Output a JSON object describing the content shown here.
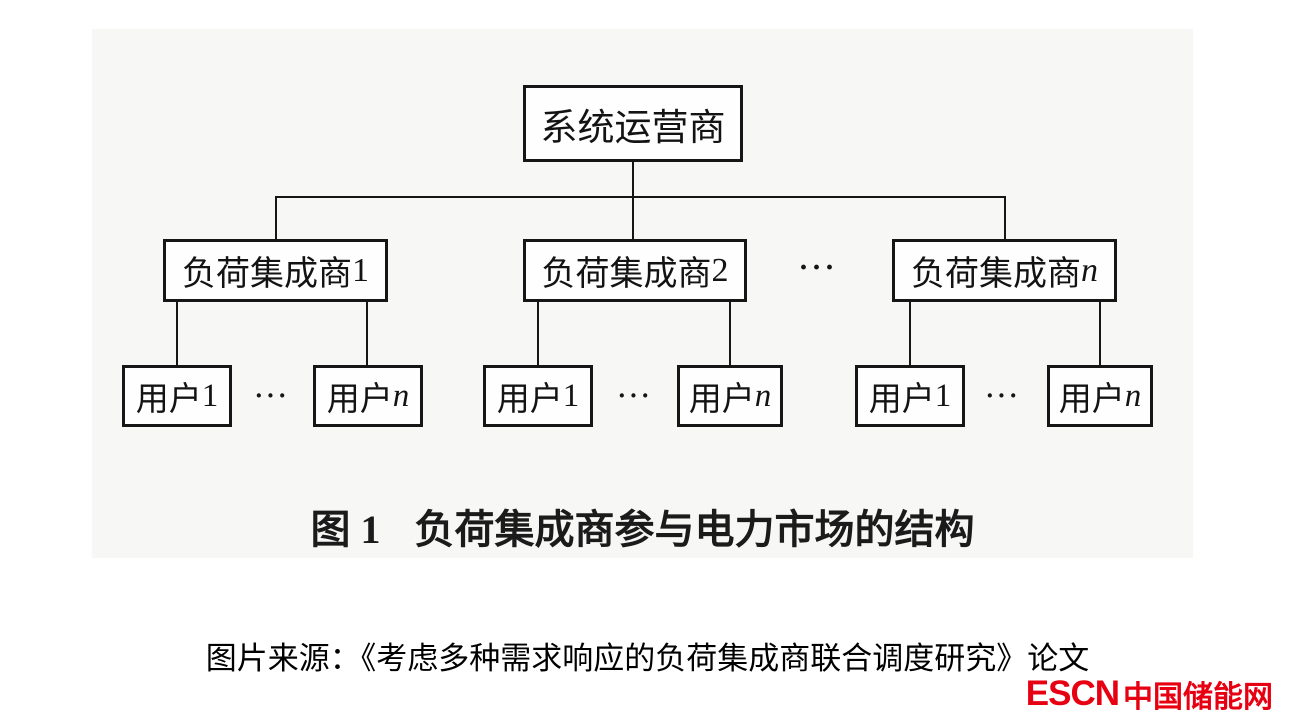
{
  "diagram": {
    "root": {
      "name": "系统运营商"
    },
    "trunk_ellipsis": "···",
    "aggregators": [
      {
        "name": "负荷集成商",
        "suffix": "1"
      },
      {
        "name": "负荷集成商",
        "suffix": "2"
      },
      {
        "name": "负荷集成商",
        "suffix": "n"
      }
    ],
    "user_groups": [
      {
        "first_name": "用户",
        "first_suffix": "1",
        "ellipsis": "···",
        "last_name": "用户",
        "last_suffix": "n"
      },
      {
        "first_name": "用户",
        "first_suffix": "1",
        "ellipsis": "···",
        "last_name": "用户",
        "last_suffix": "n"
      },
      {
        "first_name": "用户",
        "first_suffix": "1",
        "ellipsis": "···",
        "last_name": "用户",
        "last_suffix": "n"
      }
    ],
    "caption_prefix": "图 1",
    "caption_title": "负荷集成商参与电力市场的结构"
  },
  "source_line": "图片来源：《考虑多种需求响应的负荷集成商联合调度研究》论文",
  "logo": {
    "latin": "ESCN",
    "chinese": "中国储能网"
  },
  "colors": {
    "logo_red": "#e60012",
    "panel_bg": "#f7f7f6",
    "line_color": "#161616"
  }
}
